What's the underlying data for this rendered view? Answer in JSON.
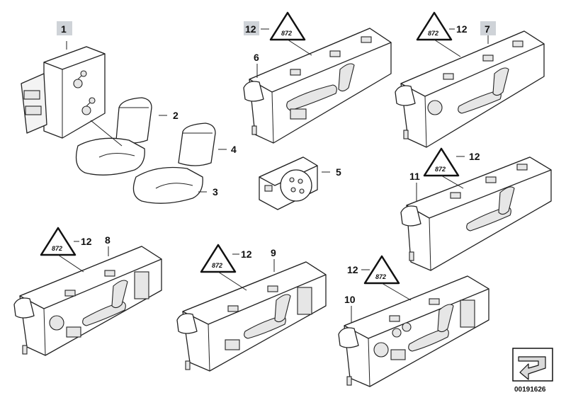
{
  "diagram": {
    "code": "00191626",
    "warning_symbol_text": "872",
    "callouts": [
      {
        "id": "c1",
        "number": "1",
        "highlighted": true
      },
      {
        "id": "c2",
        "number": "2",
        "highlighted": false
      },
      {
        "id": "c3",
        "number": "3",
        "highlighted": false
      },
      {
        "id": "c4",
        "number": "4",
        "highlighted": false
      },
      {
        "id": "c5",
        "number": "5",
        "highlighted": false
      },
      {
        "id": "c6",
        "number": "6",
        "highlighted": false
      },
      {
        "id": "c7",
        "number": "7",
        "highlighted": true
      },
      {
        "id": "c8",
        "number": "8",
        "highlighted": false
      },
      {
        "id": "c9",
        "number": "9",
        "highlighted": false
      },
      {
        "id": "c10",
        "number": "10",
        "highlighted": false
      },
      {
        "id": "c11",
        "number": "11",
        "highlighted": false
      },
      {
        "id": "c12a",
        "number": "12",
        "highlighted": true
      },
      {
        "id": "c12b",
        "number": "12",
        "highlighted": false
      },
      {
        "id": "c12c",
        "number": "12",
        "highlighted": false
      },
      {
        "id": "c12d",
        "number": "12",
        "highlighted": false
      },
      {
        "id": "c12e",
        "number": "12",
        "highlighted": false
      },
      {
        "id": "c12f",
        "number": "12",
        "highlighted": false
      }
    ],
    "colors": {
      "line": "#222222",
      "highlight": "#cfd3d8",
      "background": "#ffffff"
    }
  }
}
